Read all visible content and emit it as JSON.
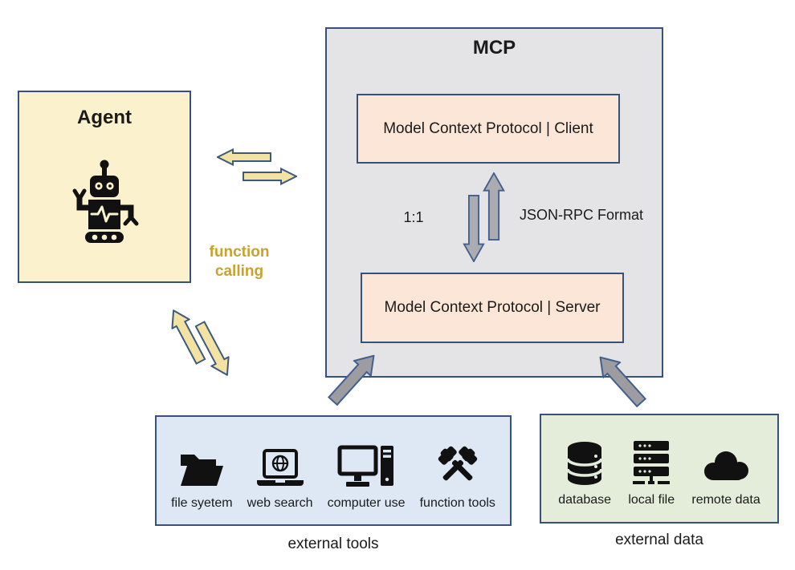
{
  "diagram": {
    "colors": {
      "box_border": "#35517e",
      "agent_fill": "#fbf1cd",
      "mcp_fill": "#e4e4e6",
      "protocol_fill": "#fbe6d7",
      "tools_fill": "#dde8f4",
      "data_fill": "#e3edda",
      "yellow_arrow_fill": "#f4e2a2",
      "gray_arrow_fill": "#a3a3a8",
      "function_calling_text": "#c9a22e"
    }
  },
  "agent": {
    "title": "Agent"
  },
  "mcp": {
    "title": "MCP",
    "client_label": "Model Context Protocol | Client",
    "server_label": "Model Context Protocol | Server",
    "ratio_label": "1:1",
    "format_label": "JSON-RPC Format"
  },
  "function_calling": {
    "line1": "function",
    "line2": "calling"
  },
  "external_tools": {
    "caption": "external tools",
    "items": [
      {
        "icon": "folder-icon",
        "label": "file syetem"
      },
      {
        "icon": "web-search-icon",
        "label": "web search"
      },
      {
        "icon": "computer-icon",
        "label": "computer use"
      },
      {
        "icon": "hammers-icon",
        "label": "function tools"
      }
    ]
  },
  "external_data": {
    "caption": "external data",
    "items": [
      {
        "icon": "database-icon",
        "label": "database"
      },
      {
        "icon": "server-rack-icon",
        "label": "local file"
      },
      {
        "icon": "cloud-icon",
        "label": "remote data"
      }
    ]
  }
}
